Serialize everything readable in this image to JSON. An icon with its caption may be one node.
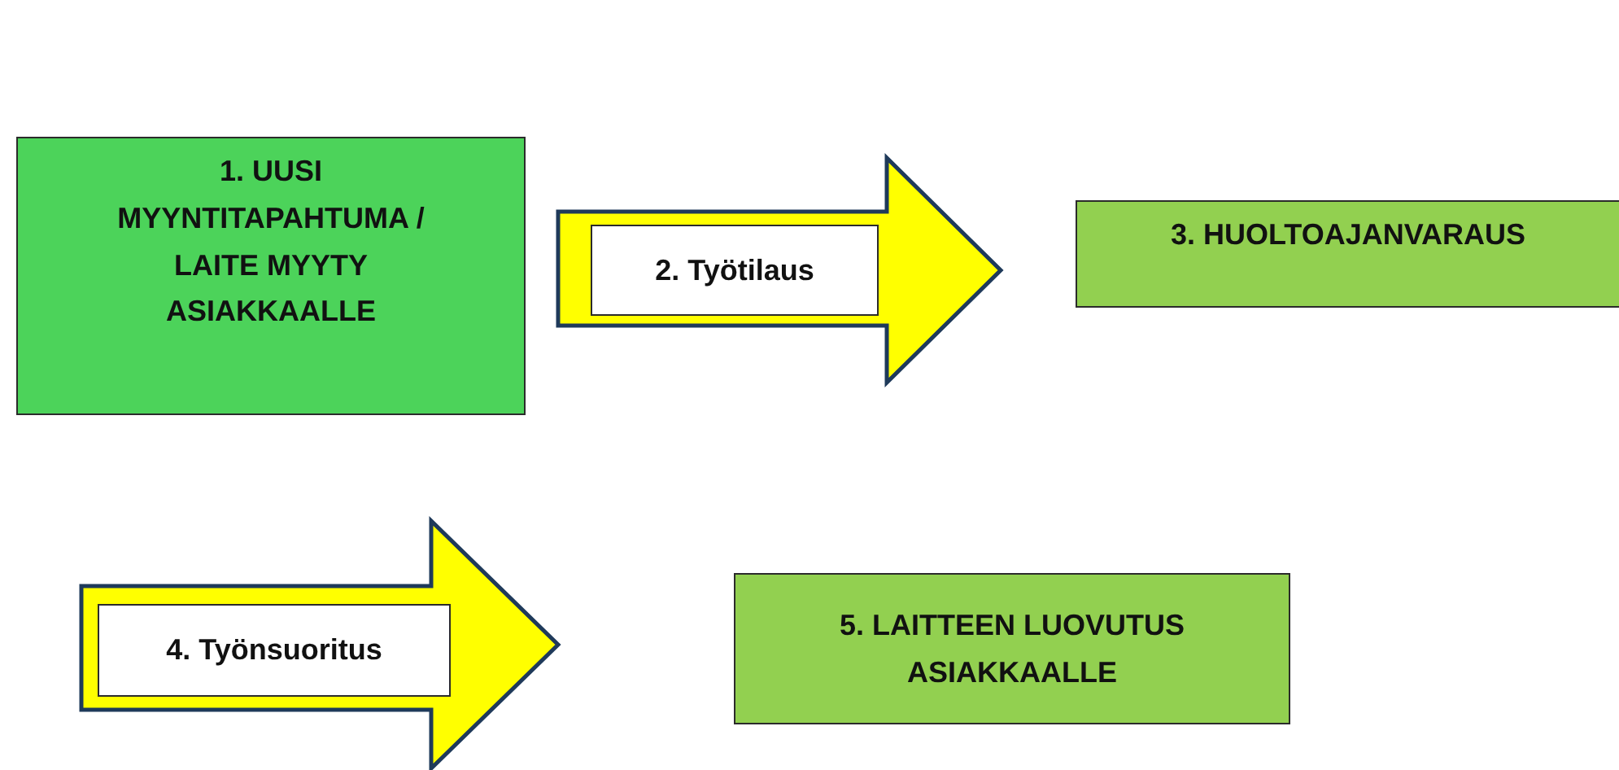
{
  "diagram": {
    "nodes": [
      {
        "text": [
          "1. UUSI MYYNTITAPAHTUMA / LAITE MYYTY ASIAKKAALLE"
        ]
      },
      {
        "text": [
          "2. Työtilaus"
        ]
      },
      {
        "text": [
          "3. HUOLTOAJANVARAUS"
        ]
      },
      {
        "text": [
          "4. Työnsuoritus"
        ]
      },
      {
        "text": [
          "5. LAITTEEN LUOVUTUS ASIAKKAALLE"
        ]
      }
    ]
  }
}
